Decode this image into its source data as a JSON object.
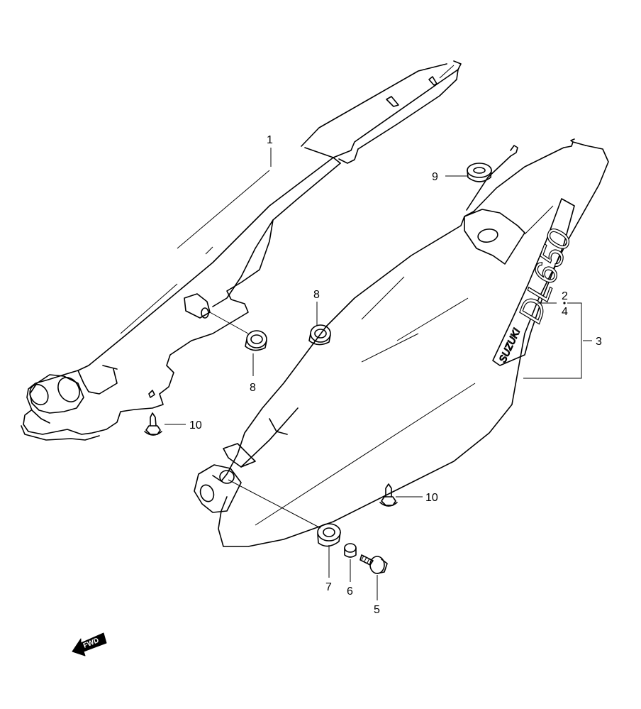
{
  "callouts": [
    "1",
    "2",
    "3",
    "4",
    "5",
    "6",
    "7",
    "8",
    "8",
    "9",
    "10",
    "10"
  ],
  "decal": {
    "model": "DL650",
    "brand": "SUZUKI"
  },
  "fwd_label": "FWD"
}
